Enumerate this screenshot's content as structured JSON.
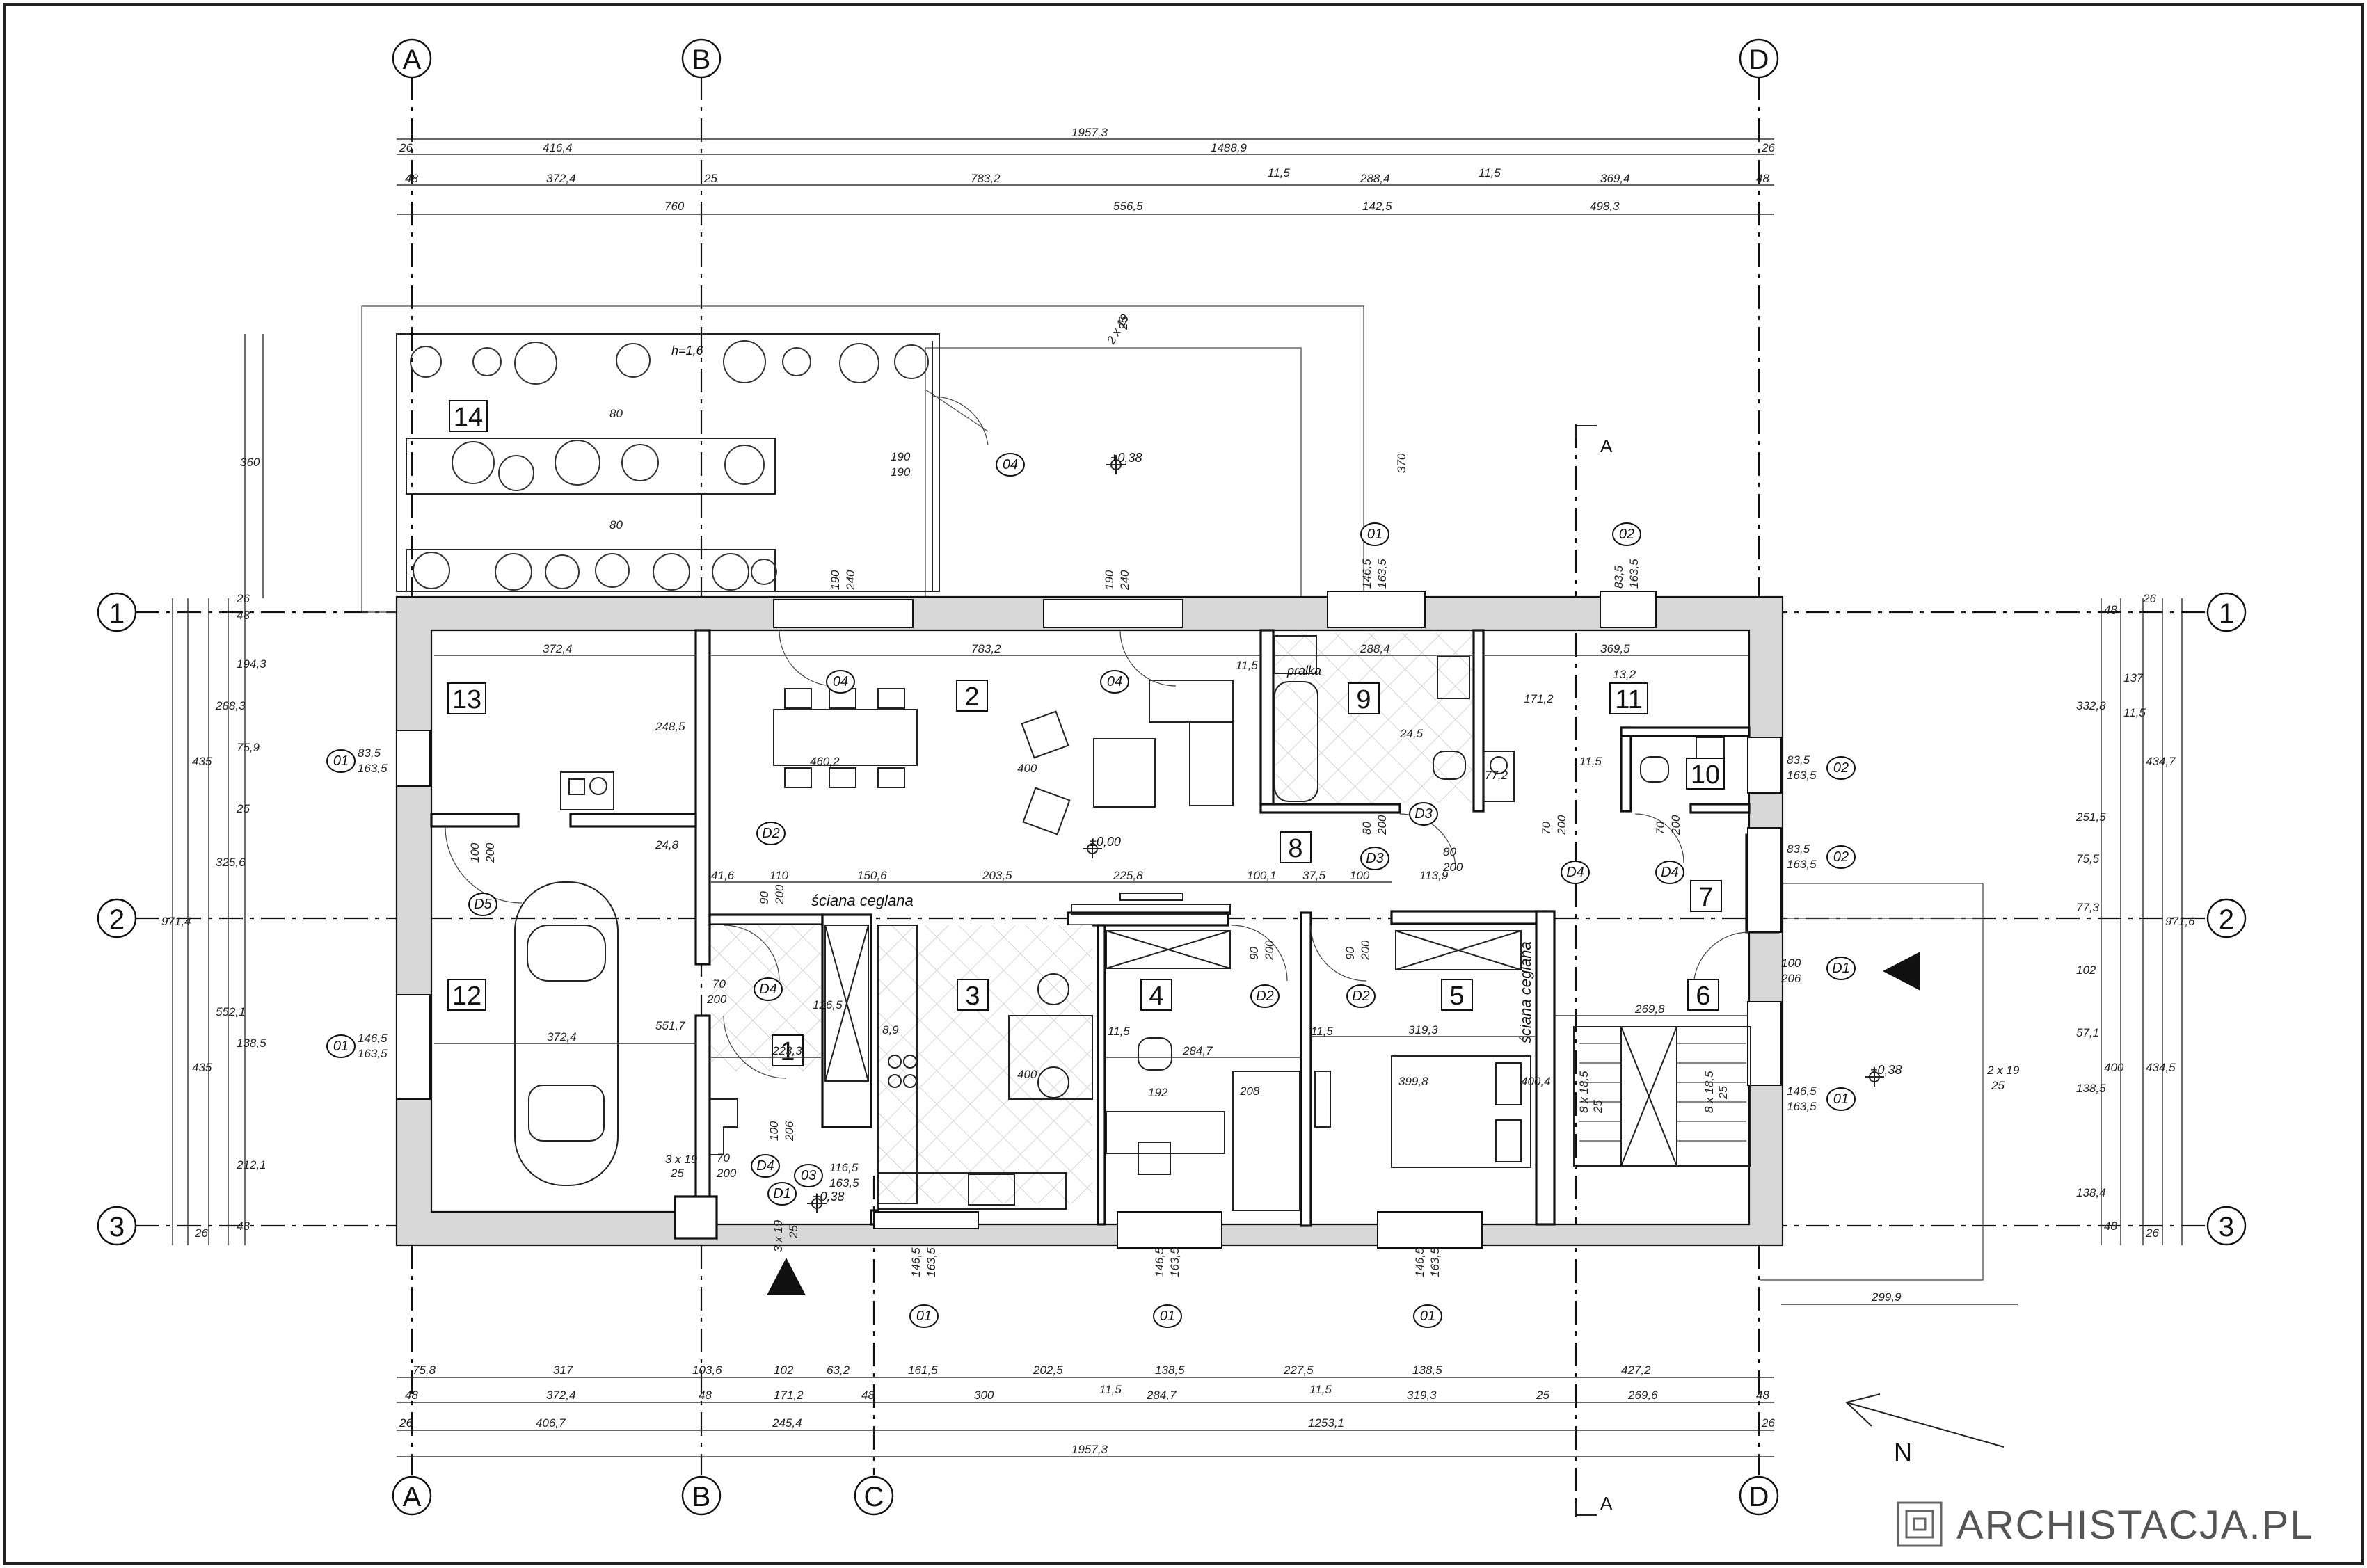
{
  "axes": {
    "columns": [
      "A",
      "B",
      "C",
      "D"
    ],
    "rows": [
      "1",
      "2",
      "3"
    ]
  },
  "dims_top": {
    "row1": [
      "1957,3"
    ],
    "row2": [
      "26",
      "416,4",
      "1488,9",
      "26"
    ],
    "row3": [
      "48",
      "372,4",
      "25",
      "783,2",
      "11,5",
      "288,4",
      "11,5",
      "369,4",
      "48"
    ],
    "row4": [
      "760",
      "556,5",
      "142,5",
      "498,3"
    ]
  },
  "dims_bottom": {
    "row1": [
      "75,8",
      "317",
      "103,6",
      "102",
      "63,2",
      "161,5",
      "202,5",
      "138,5",
      "227,5",
      "138,5",
      "427,2"
    ],
    "row2": [
      "48",
      "372,4",
      "48",
      "171,2",
      "48",
      "300",
      "11,5",
      "284,7",
      "11,5",
      "319,3",
      "25",
      "269,6",
      "48"
    ],
    "row3": [
      "26",
      "406,7",
      "245,4",
      "1253,1",
      "26"
    ],
    "row4": [
      "1957,3"
    ]
  },
  "dims_left": [
    "26",
    "48",
    "194,3",
    "288,3",
    "75,9",
    "25",
    "435",
    "325,6",
    "971,4",
    "552,1",
    "138,5",
    "435",
    "212,1",
    "48",
    "26",
    "360"
  ],
  "dims_right": [
    "26",
    "48",
    "137",
    "11,5",
    "332,8",
    "434,7",
    "251,5",
    "75,5",
    "77,3",
    "971,6",
    "102",
    "57,1",
    "400",
    "434,5",
    "138,5",
    "138,4",
    "48",
    "26"
  ],
  "rooms": [
    {
      "no": "1"
    },
    {
      "no": "2"
    },
    {
      "no": "3"
    },
    {
      "no": "4"
    },
    {
      "no": "5"
    },
    {
      "no": "6"
    },
    {
      "no": "7"
    },
    {
      "no": "8"
    },
    {
      "no": "9"
    },
    {
      "no": "10"
    },
    {
      "no": "11"
    },
    {
      "no": "12"
    },
    {
      "no": "13"
    },
    {
      "no": "14"
    }
  ],
  "interior_dims": [
    "372,4",
    "783,2",
    "288,4",
    "369,5",
    "11,5",
    "372,4",
    "41,6",
    "110",
    "150,6",
    "203,5",
    "225,8",
    "100,1",
    "37,5",
    "100",
    "113,9",
    "223,3",
    "8,9",
    "284,7",
    "319,3",
    "269,8",
    "11,5",
    "11,5",
    "208",
    "192",
    "248,5",
    "24,8",
    "551,7",
    "126,5",
    "400",
    "400",
    "399,8",
    "400,4",
    "460,2",
    "171,2",
    "77,2",
    "24,5",
    "13,2",
    "11,5"
  ],
  "window_tags": [
    {
      "code": "01",
      "w": "83,5",
      "h": "163,5"
    },
    {
      "code": "01",
      "w": "146,5",
      "h": "163,5"
    },
    {
      "code": "01",
      "w": "146,5",
      "h": "163,5"
    },
    {
      "code": "01",
      "w": "146,5",
      "h": "163,5"
    },
    {
      "code": "01",
      "w": "146,5",
      "h": "163,5"
    },
    {
      "code": "01",
      "w": "146,5",
      "h": "163,5"
    },
    {
      "code": "01",
      "w": "146,5",
      "h": "163,5"
    },
    {
      "code": "02",
      "w": "83,5",
      "h": "163,5"
    },
    {
      "code": "02",
      "w": "83,5",
      "h": "163,5"
    },
    {
      "code": "02",
      "w": "83,5",
      "h": "163,5"
    },
    {
      "code": "03",
      "w": "116,5",
      "h": "163,5"
    },
    {
      "code": "04",
      "w": "190",
      "h": "190"
    },
    {
      "code": "04",
      "w": "190",
      "h": "240"
    },
    {
      "code": "04",
      "w": "190",
      "h": "240"
    }
  ],
  "door_tags": [
    {
      "code": "D1",
      "w": "100",
      "h": "206"
    },
    {
      "code": "D1",
      "w": "100",
      "h": "206"
    },
    {
      "code": "D2",
      "w": "90",
      "h": "200"
    },
    {
      "code": "D2",
      "w": "90",
      "h": "200"
    },
    {
      "code": "D2",
      "w": "90",
      "h": "200"
    },
    {
      "code": "D3",
      "w": "80",
      "h": "200"
    },
    {
      "code": "D3",
      "w": "80",
      "h": "200"
    },
    {
      "code": "D4",
      "w": "70",
      "h": "200"
    },
    {
      "code": "D4",
      "w": "70",
      "h": "200"
    },
    {
      "code": "D4",
      "w": "70",
      "h": "200"
    },
    {
      "code": "D4",
      "w": "70",
      "h": "200"
    },
    {
      "code": "D5",
      "w": "100",
      "h": "200"
    }
  ],
  "levels": [
    "+0,38",
    "±0,00",
    "+0,38",
    "+0,38"
  ],
  "notes": {
    "brick_wall_1": "ściana ceglana",
    "brick_wall_2": "ściana ceglana",
    "hedge_height": "h=1,6",
    "planter_80a": "80",
    "planter_80b": "80",
    "stairs_top": "2 x 19",
    "stairs_top_b": "25",
    "stairs_right": "2 x 19",
    "stairs_right_b": "25",
    "stairs_entry": "3 x 19",
    "stairs_entry_b": "25",
    "stairs_entry2": "3 x 19",
    "stairs_entry2_b": "25",
    "stair_inner_1": "8 x 18,5",
    "stair_inner_1b": "25",
    "stair_inner_2": "8 x 18,5",
    "stair_inner_2b": "25",
    "washer": "pralka",
    "terrace_depth": "370",
    "right_ext": "299,9",
    "sec_mark": "A"
  },
  "north_label": "N",
  "brand": "ARCHISTACJA.PL"
}
